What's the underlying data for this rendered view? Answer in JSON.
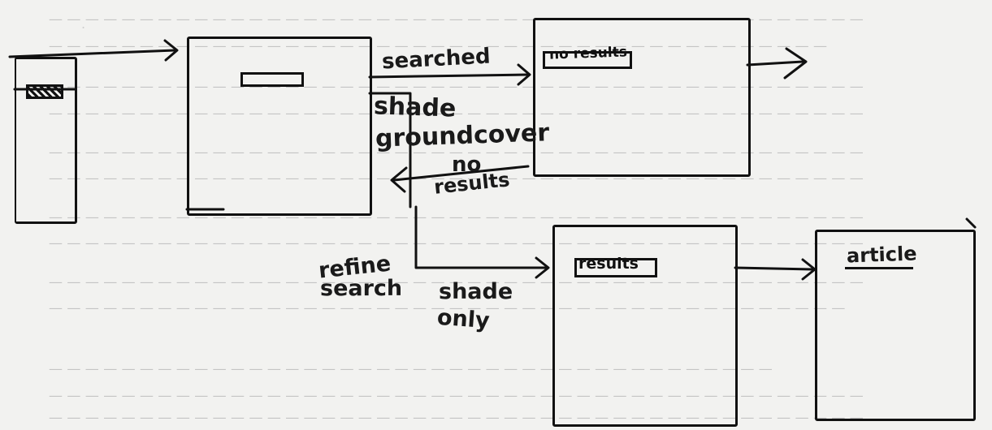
{
  "annotations": {
    "searched": "searched",
    "no_results_top": "no results",
    "shade_groundcover_1": "shade",
    "shade_groundcover_2": "groundcover",
    "no_results_mid_1": "no",
    "no_results_mid_2": "results",
    "refine_search_1": "refine",
    "refine_search_2": "search",
    "shade_only_1": "shade",
    "shade_only_2": "only",
    "results": "results",
    "article": "article"
  }
}
